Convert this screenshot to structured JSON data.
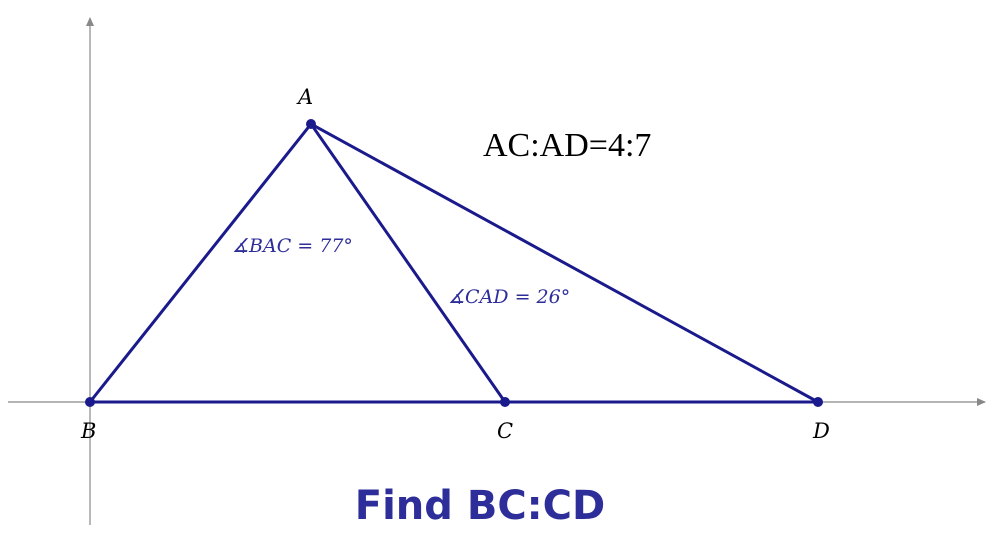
{
  "points": {
    "A": {
      "label": "A"
    },
    "B": {
      "label": "B"
    },
    "C": {
      "label": "C"
    },
    "D": {
      "label": "D"
    }
  },
  "angles": {
    "bac": {
      "text": "∡BAC = 77°"
    },
    "cad": {
      "text": "∡CAD = 26°"
    }
  },
  "given_ratio": "AC:AD=4:7",
  "question": "Find BC:CD",
  "colors": {
    "figure": "#1a1a8c",
    "angle_text": "#2e2e9a",
    "question": "#2e2e9a",
    "axes": "#888888"
  }
}
